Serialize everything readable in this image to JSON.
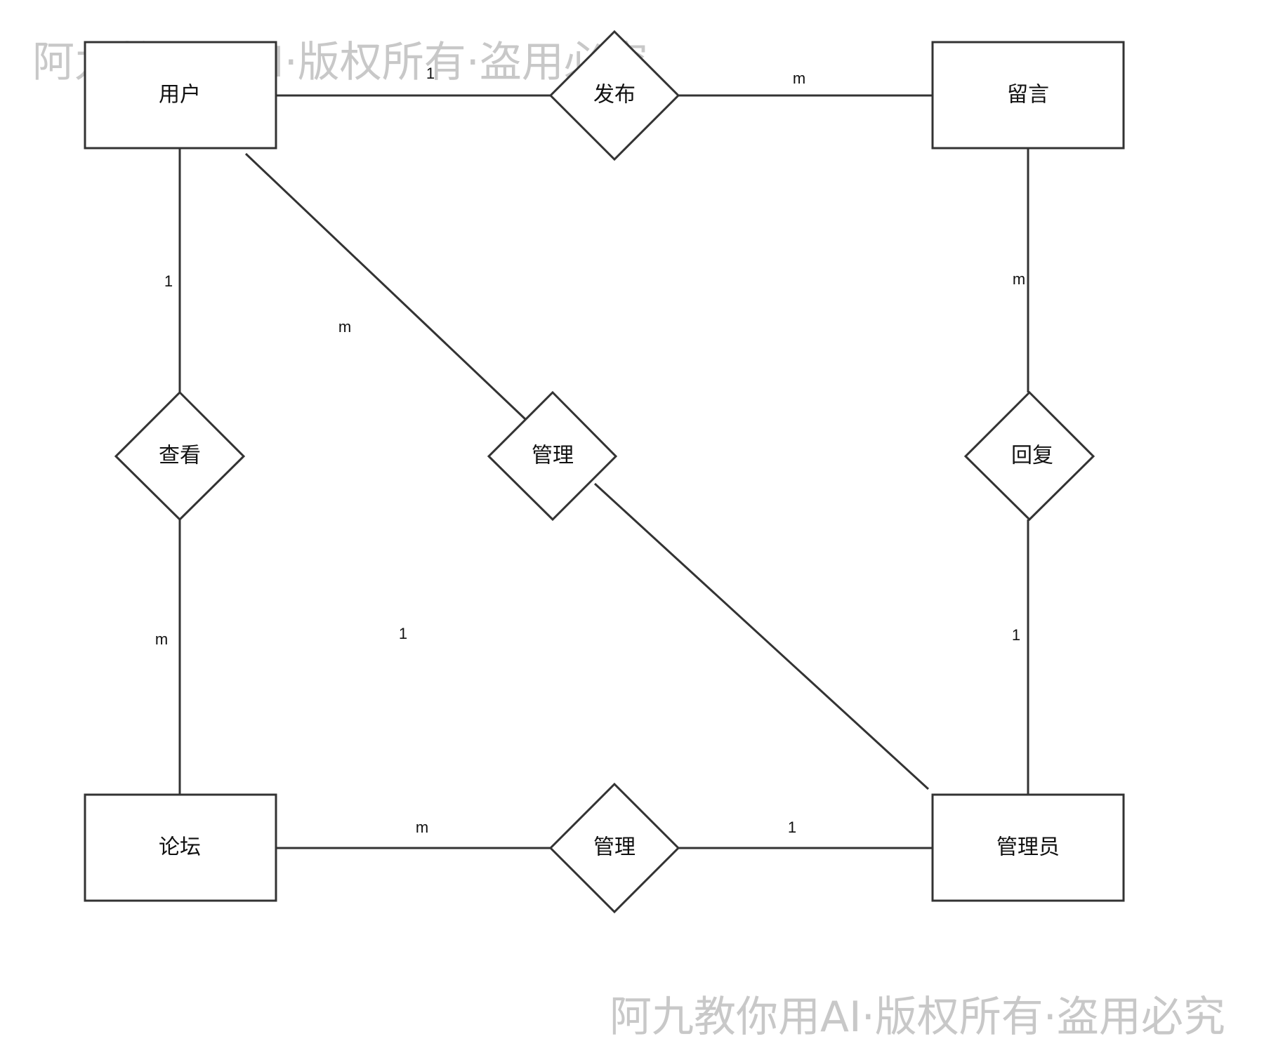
{
  "watermark": {
    "text": "阿九教你用AI·版权所有·盗用必究"
  },
  "entities": {
    "user": "用户",
    "message": "留言",
    "forum": "论坛",
    "admin": "管理员"
  },
  "relationships": {
    "publish": "发布",
    "view": "查看",
    "manage_center": "管理",
    "reply": "回复",
    "manage_bottom": "管理"
  },
  "cardinalities": {
    "user_publish": "1",
    "publish_message": "m",
    "user_view": "1",
    "view_forum": "m",
    "user_manage": "m",
    "manage_admin": "1",
    "message_reply": "m",
    "reply_admin": "1",
    "forum_manage": "m",
    "manage_admin_bottom": "1"
  },
  "colors": {
    "stroke": "#333333",
    "text": "#111111",
    "watermark": "#c8c8c8",
    "background": "#ffffff"
  }
}
